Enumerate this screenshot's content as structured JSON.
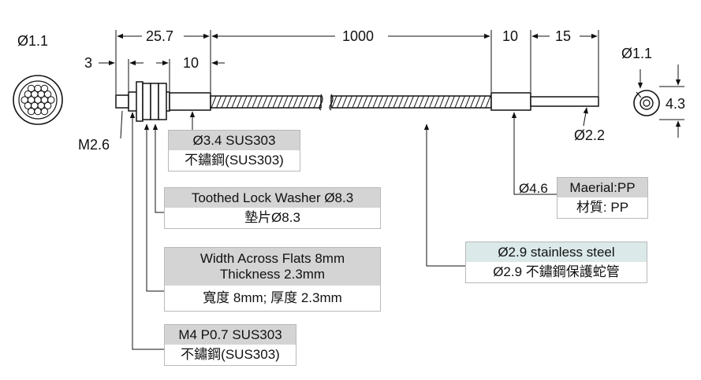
{
  "dimensions": {
    "d_cross_left": "Ø1.1",
    "d_cross_right": "Ø1.1",
    "h_right": "4.3",
    "len_total_head": "25.7",
    "len_main": "1000",
    "len_10_right": "10",
    "len_15": "15",
    "len_3": "3",
    "len_10_left": "10",
    "thread_m26": "M2.6",
    "tube_d22": "Ø2.2"
  },
  "callouts": {
    "sleeve": {
      "header": "Ø3.4   SUS303",
      "body": "不鏽鋼(SUS303)"
    },
    "washer": {
      "header": "Toothed Lock Washer Ø8.3",
      "body": "墊片Ø8.3"
    },
    "nut": {
      "header_line1": "Width Across Flats 8mm",
      "header_line2": "Thickness 2.3mm",
      "body": "寬度 8mm; 厚度 2.3mm"
    },
    "thread": {
      "header": "M4 P0.7 SUS303",
      "body": "不鏽鋼(SUS303)"
    },
    "hose": {
      "header": "Ø2.9 stainless steel",
      "body": "Ø2.9 不鏽鋼保護蛇管"
    },
    "end_cap": {
      "label": "Ø4.6",
      "header": "Maerial:PP",
      "body": "材質: PP"
    }
  },
  "colors": {
    "line": "#111111",
    "header_gray": "#d4d4d4",
    "header_teal": "#dbe9e9",
    "border": "#b9b9b9"
  }
}
